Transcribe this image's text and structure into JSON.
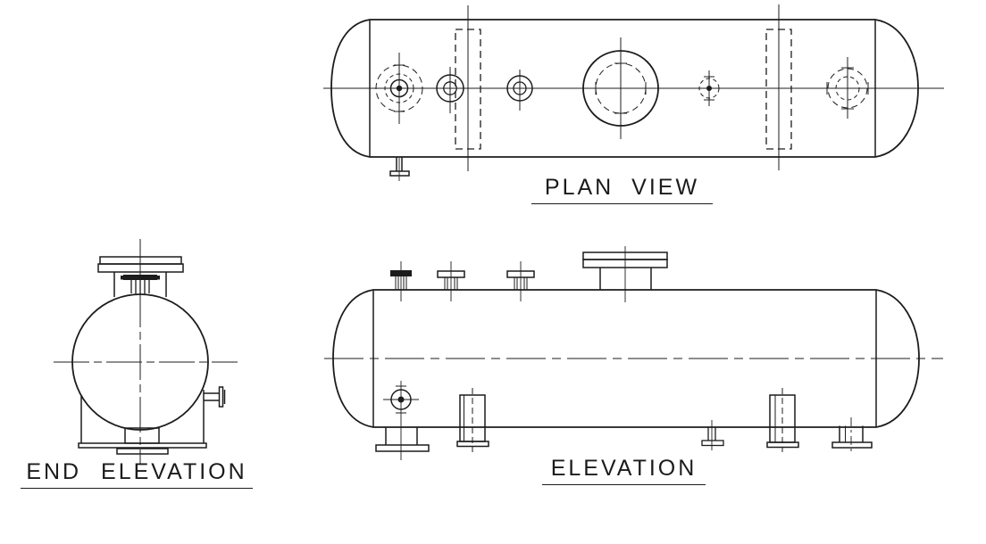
{
  "drawing": {
    "background_color": "#ffffff",
    "line_color": "#1c1c1c"
  },
  "views": {
    "plan": {
      "label": "PLAN VIEW"
    },
    "elevation": {
      "label": "ELEVATION"
    },
    "end_elevation": {
      "label": "END ELEVATION"
    }
  }
}
